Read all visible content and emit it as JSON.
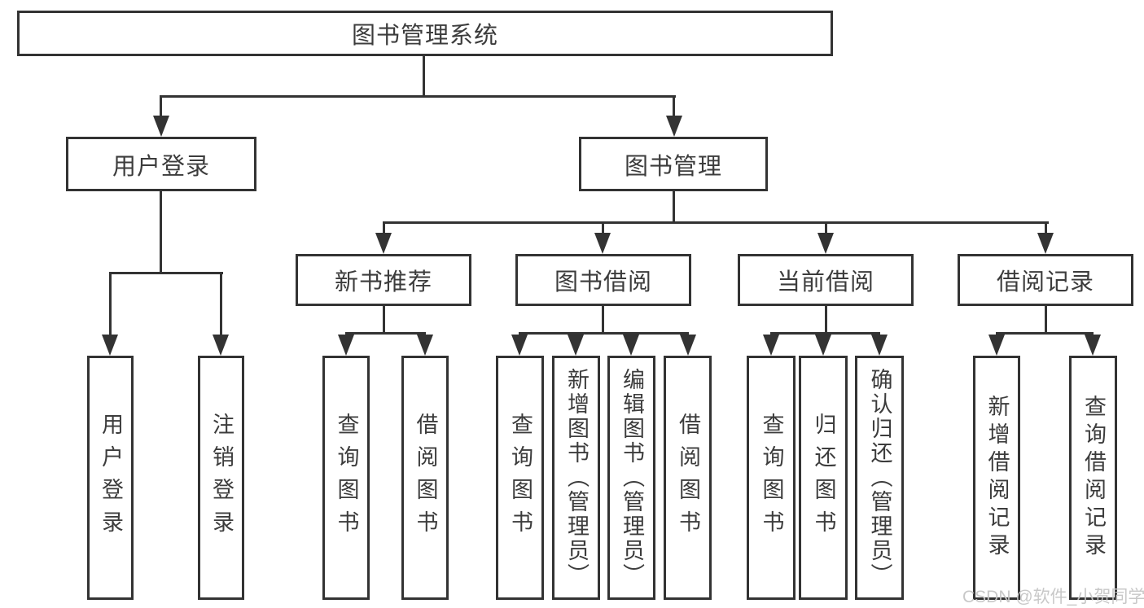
{
  "colors": {
    "line": "#333333",
    "text": "#3c3c3c",
    "watermark": "#c6c6c6",
    "background": "#ffffff"
  },
  "watermark": "CSDN @软件_小贺同学",
  "tree": {
    "root": "图书管理系统",
    "level2": {
      "user_login": "用户登录",
      "book_mgmt": "图书管理"
    },
    "level3": {
      "new_books": "新书推荐",
      "borrowing": "图书借阅",
      "current": "当前借阅",
      "records": "借阅记录"
    },
    "leaves": {
      "login": "用户登录",
      "logout": "注销登录",
      "nb_query": "查询图书",
      "nb_borrow": "借阅图书",
      "bw_query": "查询图书",
      "bw_add": "新增图书（管理员）",
      "bw_edit": "编辑图书（管理员）",
      "bw_borrow": "借阅图书",
      "cur_query": "查询图书",
      "cur_return": "归还图书",
      "cur_confirm": "确认归还（管理员）",
      "rec_add": "新增借阅记录",
      "rec_query": "查询借阅记录"
    }
  }
}
